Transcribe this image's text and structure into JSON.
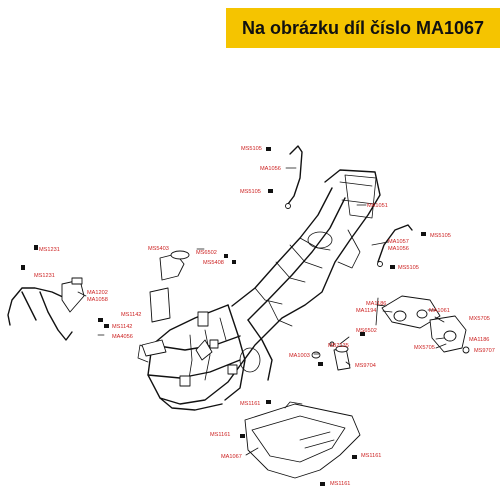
{
  "banner": {
    "title": "Na obrázku díl číslo MA1067",
    "background": "#f5c400"
  },
  "labels": {
    "ms5105_a": "MS5105",
    "ma1056_a": "MA1056",
    "ms5105_b": "MS5105",
    "ma1051": "MA1051",
    "ms5105_c": "MS5105",
    "ma1057": "MA1057",
    "ma1056_b": "MA1056",
    "ms5105_d": "MS5105",
    "ms5403": "MS5403",
    "ms6502_a": "MS6502",
    "ms5408": "MS5408",
    "ms1231_a": "MS1231",
    "ms1231_b": "MS1231",
    "ma1202": "MA1202",
    "ma1058": "MA1058",
    "ms1142_a": "MS1142",
    "ms1142_b": "MS1142",
    "ma4056": "MA4056",
    "ma1186_a": "MA1186",
    "ma1194": "MA1194",
    "ma1061": "MA1061",
    "mx5705_a": "MX5705",
    "ms6502_b": "MS6502",
    "mb2135": "MB2135",
    "ma1003": "MA1003",
    "ms9704": "MS9704",
    "ma1186_b": "MA1186",
    "mx5705_b": "MX5705",
    "ms9707": "MS9707",
    "ms1161_a": "MS1161",
    "ms1161_b": "MS1161",
    "ma1067": "MA1067",
    "ms1161_c": "MS1161",
    "ms1161_d": "MS1161"
  },
  "colors": {
    "label": "#cc1f1f",
    "line": "#111111"
  }
}
